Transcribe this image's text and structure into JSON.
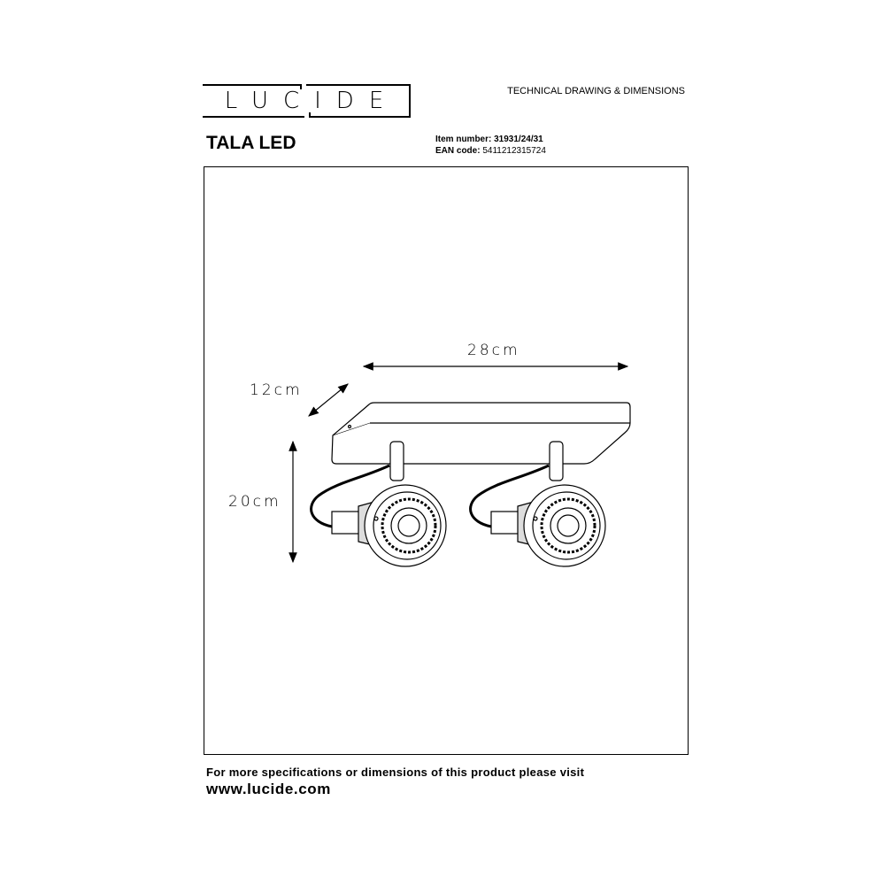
{
  "header": {
    "logo_text": "LUCIDE",
    "doc_type": "TECHNICAL DRAWING & DIMENSIONS",
    "product_name": "TALA LED",
    "item_number_label": "Item number:",
    "item_number": "31931/24/31",
    "ean_label": "EAN code:",
    "ean": "5411212315724"
  },
  "drawing": {
    "width": "28cm",
    "depth": "12cm",
    "height": "20cm"
  },
  "footer": {
    "line1": "For more specifications or dimensions of this product please visit",
    "link": "www.lucide.com"
  }
}
